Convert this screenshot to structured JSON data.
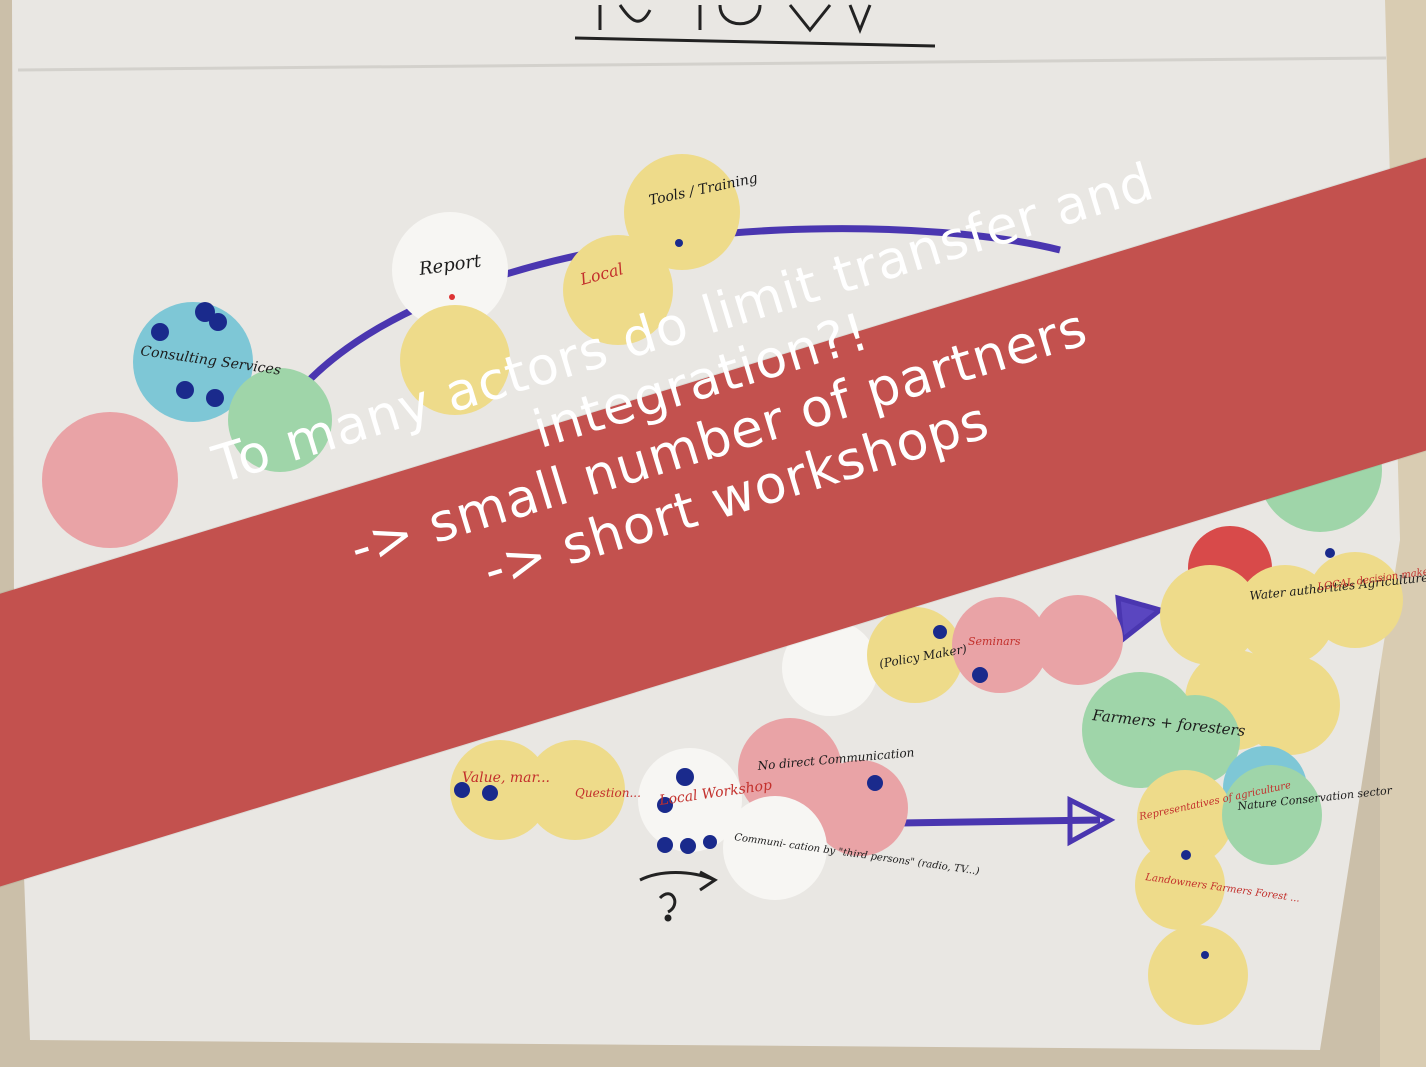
{
  "photo": {
    "subject": "flipchart with paper discs and hand-drawn arrows",
    "colors": {
      "wall": "#cbbfa9",
      "paper": "#ecebe8",
      "banner": "#c3514e",
      "ink_blue": "#4a36b0",
      "pin_blue": "#1a2a8c",
      "disc_yellow": "#eedb8a",
      "disc_pink": "#e9a3a6",
      "disc_green": "#9fd5a9",
      "disc_teal": "#7ec7d6",
      "disc_white": "#f7f6f3",
      "disc_red": "#d84a4a"
    },
    "visible_words": {
      "header": "...in RRM",
      "tools": "Tools / Training",
      "report": "Report",
      "local": "Local",
      "consulting": "Consulting Services",
      "policy": "(Policy Maker)",
      "seminars": "Seminars",
      "value": "Value, mar...",
      "question": "Question...",
      "local_workshop": "Local Workshop",
      "no_direct": "No direct Communication",
      "communication": "Communi- cation by \"third persons\" (radio, TV...)",
      "farmers": "Farmers + foresters",
      "water": "Water authorities Agriculture",
      "representatives": "Representatives of agriculture",
      "nature": "Nature Conservation sector",
      "landowners": "Landowners Farmers Forest ...",
      "local_decision": "LOCAL decision makers"
    }
  },
  "banner": {
    "lines": [
      "To many actors do limit transfer and",
      "integration?!",
      "-> small number of partners",
      "-> short workshops"
    ]
  }
}
